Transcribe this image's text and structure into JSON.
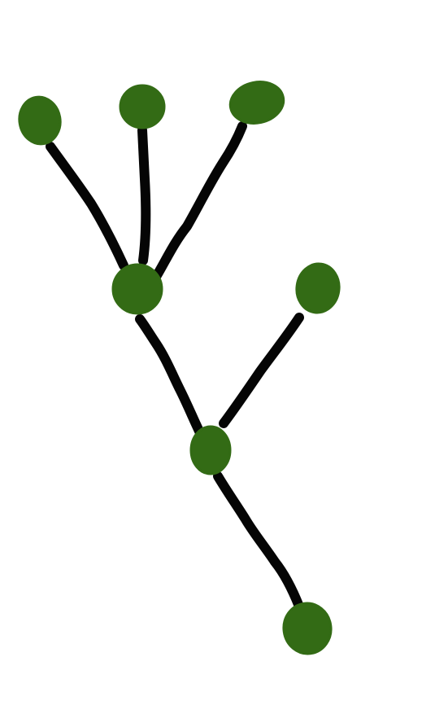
{
  "diagram": {
    "type": "tree",
    "colors": {
      "background": "#ffffff",
      "node_fill": "#336b15",
      "edge_stroke": "#050505"
    },
    "nodes": [
      {
        "id": "leaf-1"
      },
      {
        "id": "leaf-2"
      },
      {
        "id": "leaf-3"
      },
      {
        "id": "hub-upper"
      },
      {
        "id": "leaf-4"
      },
      {
        "id": "hub-middle"
      },
      {
        "id": "root-bottom"
      }
    ],
    "edges": [
      {
        "from": "hub-upper",
        "to": "leaf-1"
      },
      {
        "from": "hub-upper",
        "to": "leaf-2"
      },
      {
        "from": "hub-upper",
        "to": "leaf-3"
      },
      {
        "from": "hub-middle",
        "to": "hub-upper"
      },
      {
        "from": "hub-middle",
        "to": "leaf-4"
      },
      {
        "from": "root-bottom",
        "to": "hub-middle"
      }
    ]
  }
}
